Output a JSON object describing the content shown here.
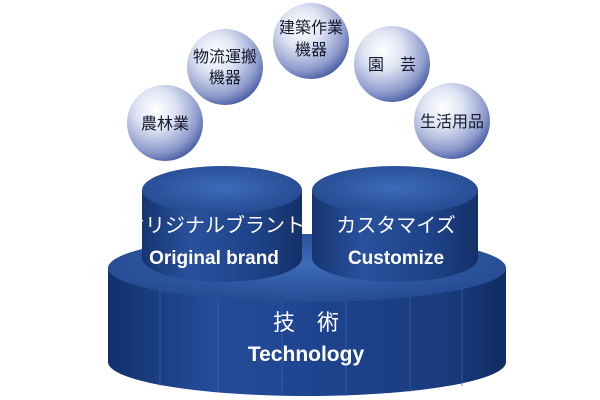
{
  "spheres": [
    {
      "lines": [
        "農林業"
      ]
    },
    {
      "lines": [
        "物流運搬",
        "機器"
      ]
    },
    {
      "lines": [
        "建築作業",
        "機器"
      ]
    },
    {
      "lines": [
        "園　芸"
      ]
    },
    {
      "lines": [
        "生活用品"
      ]
    }
  ],
  "left_drum": {
    "title": "オリジナルブラント",
    "subtitle": "Original brand"
  },
  "right_drum": {
    "title": "カスタマイズ",
    "subtitle": "Customize"
  },
  "base": {
    "title": "技　術",
    "subtitle": "Technology"
  },
  "colors": {
    "drum_body": "#1c3f86",
    "drum_top": "#2e5aa8",
    "sphere_light": "#f2f4fb",
    "sphere_dark": "#3a4f9a",
    "sphere_text": "#141a2e",
    "label_text": "#ffffff"
  }
}
